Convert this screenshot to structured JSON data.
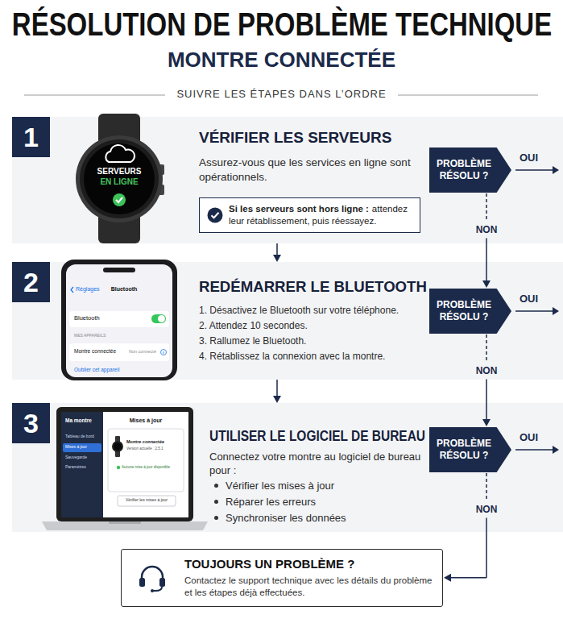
{
  "diagram": {
    "title": "RÉSOLUTION DE PROBLÈME TECHNIQUE",
    "nodes": [
      {
        "text": [
          "1",
          "VÉRIFIER LES SERVEURS",
          "Assurez-vous que les services en ligne sont opérationnels."
        ]
      },
      {
        "text": [
          "Si les serveurs sont hors ligne :",
          "attendez leur rétablissement, puis réessayez."
        ],
        "in": 0
      },
      {
        "text": [
          "PROBLÈME RÉSOLU ?"
        ],
        "in": 0
      },
      {
        "text": [
          "2",
          "REDÉMARRER LE BLUETOOTH",
          "1. Désactivez le Bluetooth sur votre téléphone.",
          "2. Attendez 10 secondes.",
          "3. Rallumez le Bluetooth.",
          "4. Rétablissez la connexion avec la montre."
        ]
      },
      {
        "text": [
          "PROBLÈME RÉSOLU ?"
        ],
        "in": 3
      },
      {
        "text": [
          "3",
          "UTILISER LE LOGICIEL DE BUREAU",
          "Connectez votre montre au logiciel de bureau pour :",
          "Vérifier les mises à jour",
          "Réparer les erreurs",
          "Synchroniser les données"
        ]
      },
      {
        "text": [
          "PROBLÈME RÉSOLU ?"
        ],
        "in": 5
      },
      {
        "text": [
          "TOUJOURS UN PROBLÈME ?",
          "Contactez le support technique avec les détails du problème et les étapes déjà effectuées."
        ]
      }
    ],
    "edges": [
      {
        "from": 0,
        "to": 3,
        "arrow": "to"
      },
      {
        "from": 3,
        "to": 5,
        "arrow": "to"
      },
      {
        "from": 2,
        "to": 4,
        "label": "NON",
        "arrow": "to"
      },
      {
        "from": 4,
        "to": 6,
        "label": "NON",
        "arrow": "to"
      },
      {
        "from": 6,
        "to": 7,
        "label": "NON",
        "arrow": "to"
      }
    ],
    "labels": [
      "MONTRE CONNECTÉE",
      "SUIVRE LES ÉTAPES DANS L’ORDRE",
      "OUI",
      "OUI",
      "OUI",
      "SERVEURS",
      "EN LIGNE",
      "Réglages",
      "Bluetooth",
      "Bluetooth",
      "MES APPAREILS",
      "Montre connectée",
      "Non connecté",
      "Oublier cet appareil",
      "Ma montre",
      "Tableau de bord",
      "Mises à jour",
      "Sauvegarde",
      "Paramètres",
      "Mises à jour",
      "Montre connectée",
      "Version actuelle : 2.5.1",
      "Aucune mise à jour disponible",
      "Vérifier les mises à jour"
    ]
  }
}
